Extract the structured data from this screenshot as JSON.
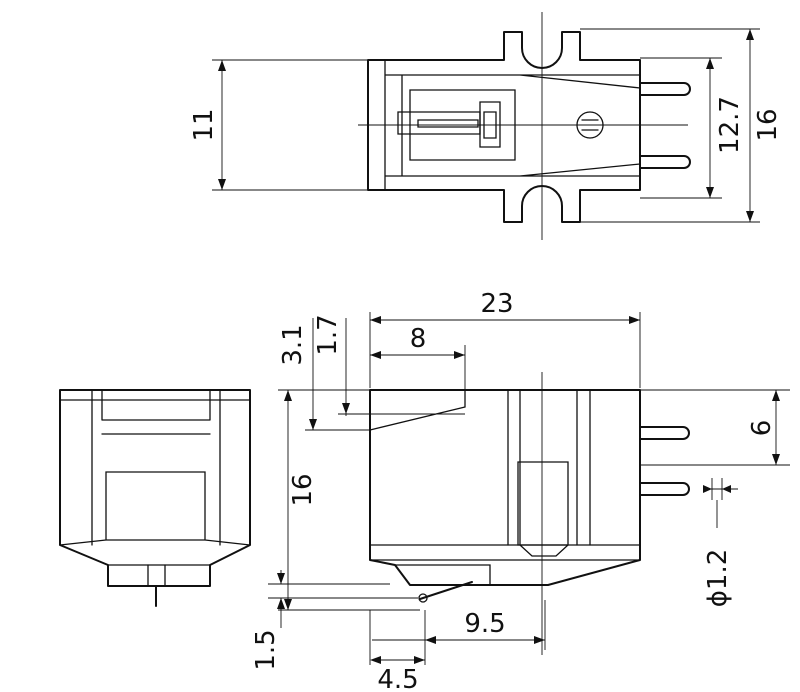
{
  "diagram": {
    "top_view": {
      "dim_height": "11",
      "dim_pin_span": "12.7",
      "dim_overall_width": "16"
    },
    "side_view": {
      "dim_length": "23",
      "dim_stylus_offset": "8",
      "dim_top_step_a": "3.1",
      "dim_top_step_b": "1.7",
      "dim_height": "16",
      "dim_pin_offset": "6",
      "dim_pin_diameter": "ϕ1.2",
      "dim_tip_height": "1.5",
      "dim_stylus_to_end": "9.5",
      "dim_stylus_from_front": "4.5"
    }
  },
  "colors": {
    "line": "#111111",
    "background": "#ffffff"
  }
}
